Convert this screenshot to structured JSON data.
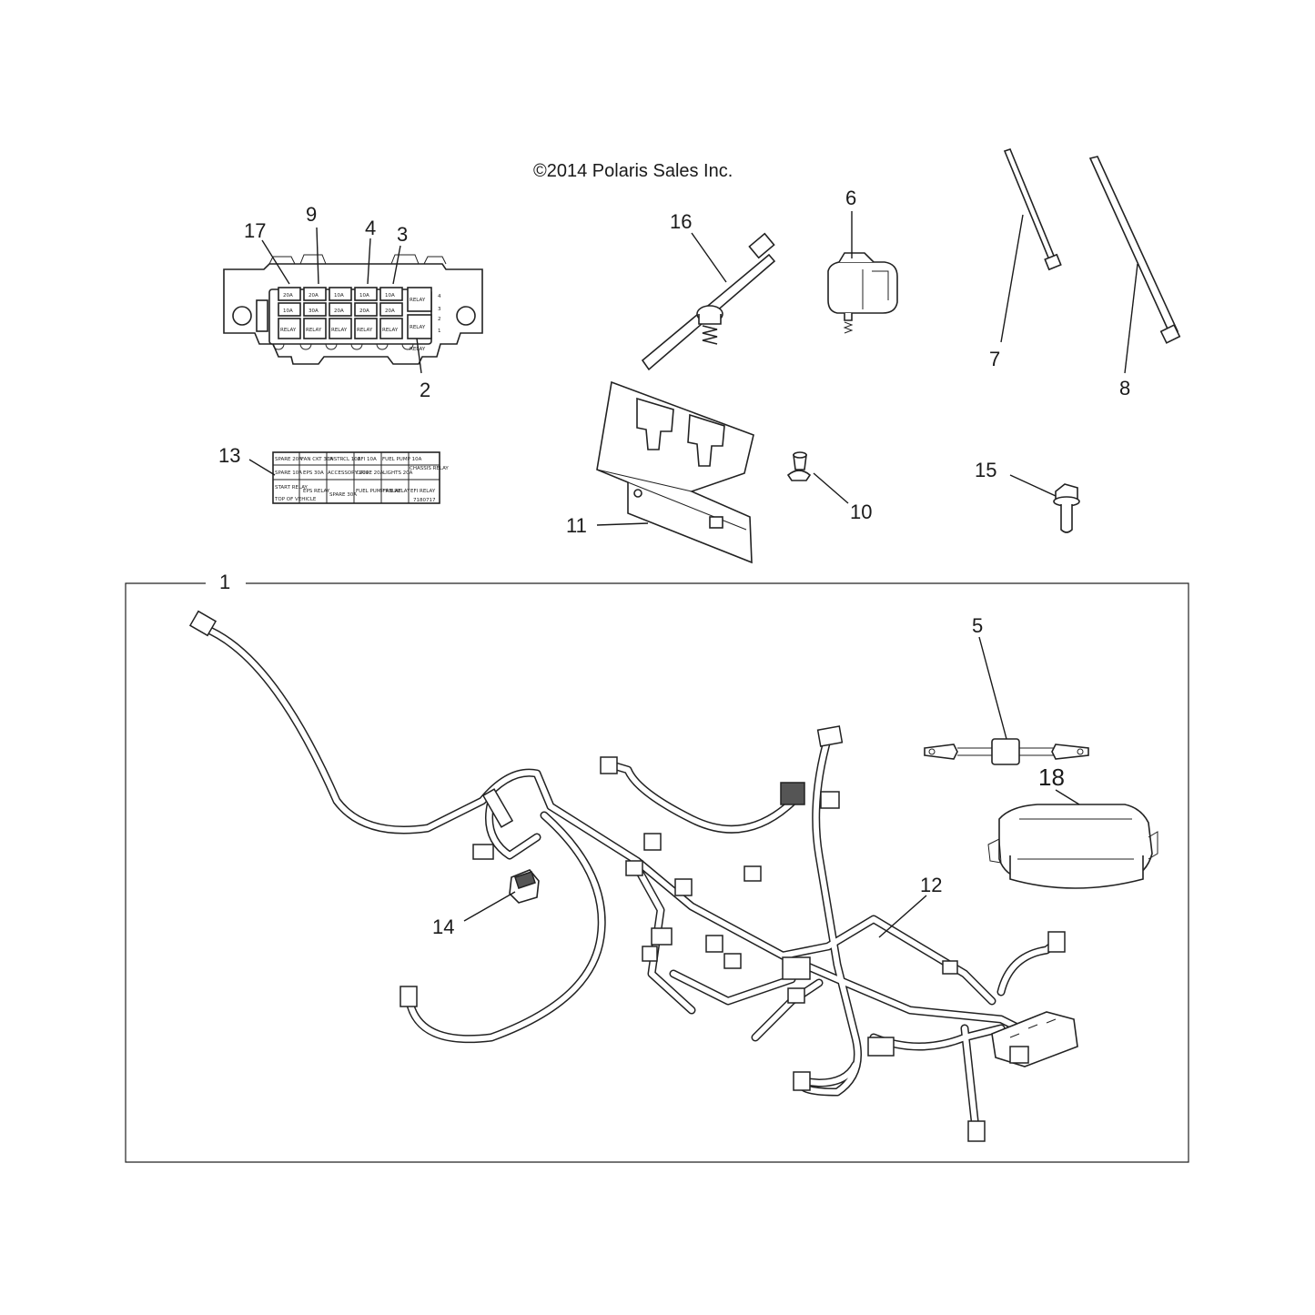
{
  "copyright": "©2014 Polaris Sales Inc.",
  "callouts": {
    "c1": "1",
    "c2": "2",
    "c3": "3",
    "c4": "4",
    "c5": "5",
    "c6": "6",
    "c7": "7",
    "c8": "8",
    "c9": "9",
    "c10": "10",
    "c11": "11",
    "c12": "12",
    "c13": "13",
    "c14": "14",
    "c15": "15",
    "c16": "16",
    "c17": "17",
    "c18": "18"
  },
  "fuse_box": {
    "row1": [
      "20A",
      "20A",
      "10A",
      "10A",
      "10A",
      "RELAY"
    ],
    "row2": [
      "10A",
      "30A",
      "20A",
      "20A",
      "20A",
      "RELAY"
    ],
    "row3": [
      "RELAY",
      "RELAY",
      "RELAY",
      "RELAY",
      "RELAY",
      "RELAY"
    ],
    "side_numbers": [
      "4",
      "3",
      "2",
      "1"
    ]
  },
  "fuse_label": {
    "row1": [
      "SPARE 20A",
      "FAN CKT 30A",
      "INSTRCL 10A",
      "EFI 10A",
      "FUEL PUMP 10A",
      ""
    ],
    "row2": [
      "SPARE 10A",
      "EPS 30A",
      "ACCESSORY 20A",
      "DRIVE 20A",
      "LIGHTS 20A",
      "CHASSIS RELAY"
    ],
    "row3": [
      "START RELAY",
      "EPS RELAY",
      "SPARE 30A",
      "FUEL PUMP RELAY",
      "FAN RELAY",
      "EFI RELAY"
    ],
    "top_note": "TOP OF VEHICLE",
    "part_code": "7180717"
  },
  "colors": {
    "line": "#1a1a1a",
    "paper": "#ffffff"
  }
}
